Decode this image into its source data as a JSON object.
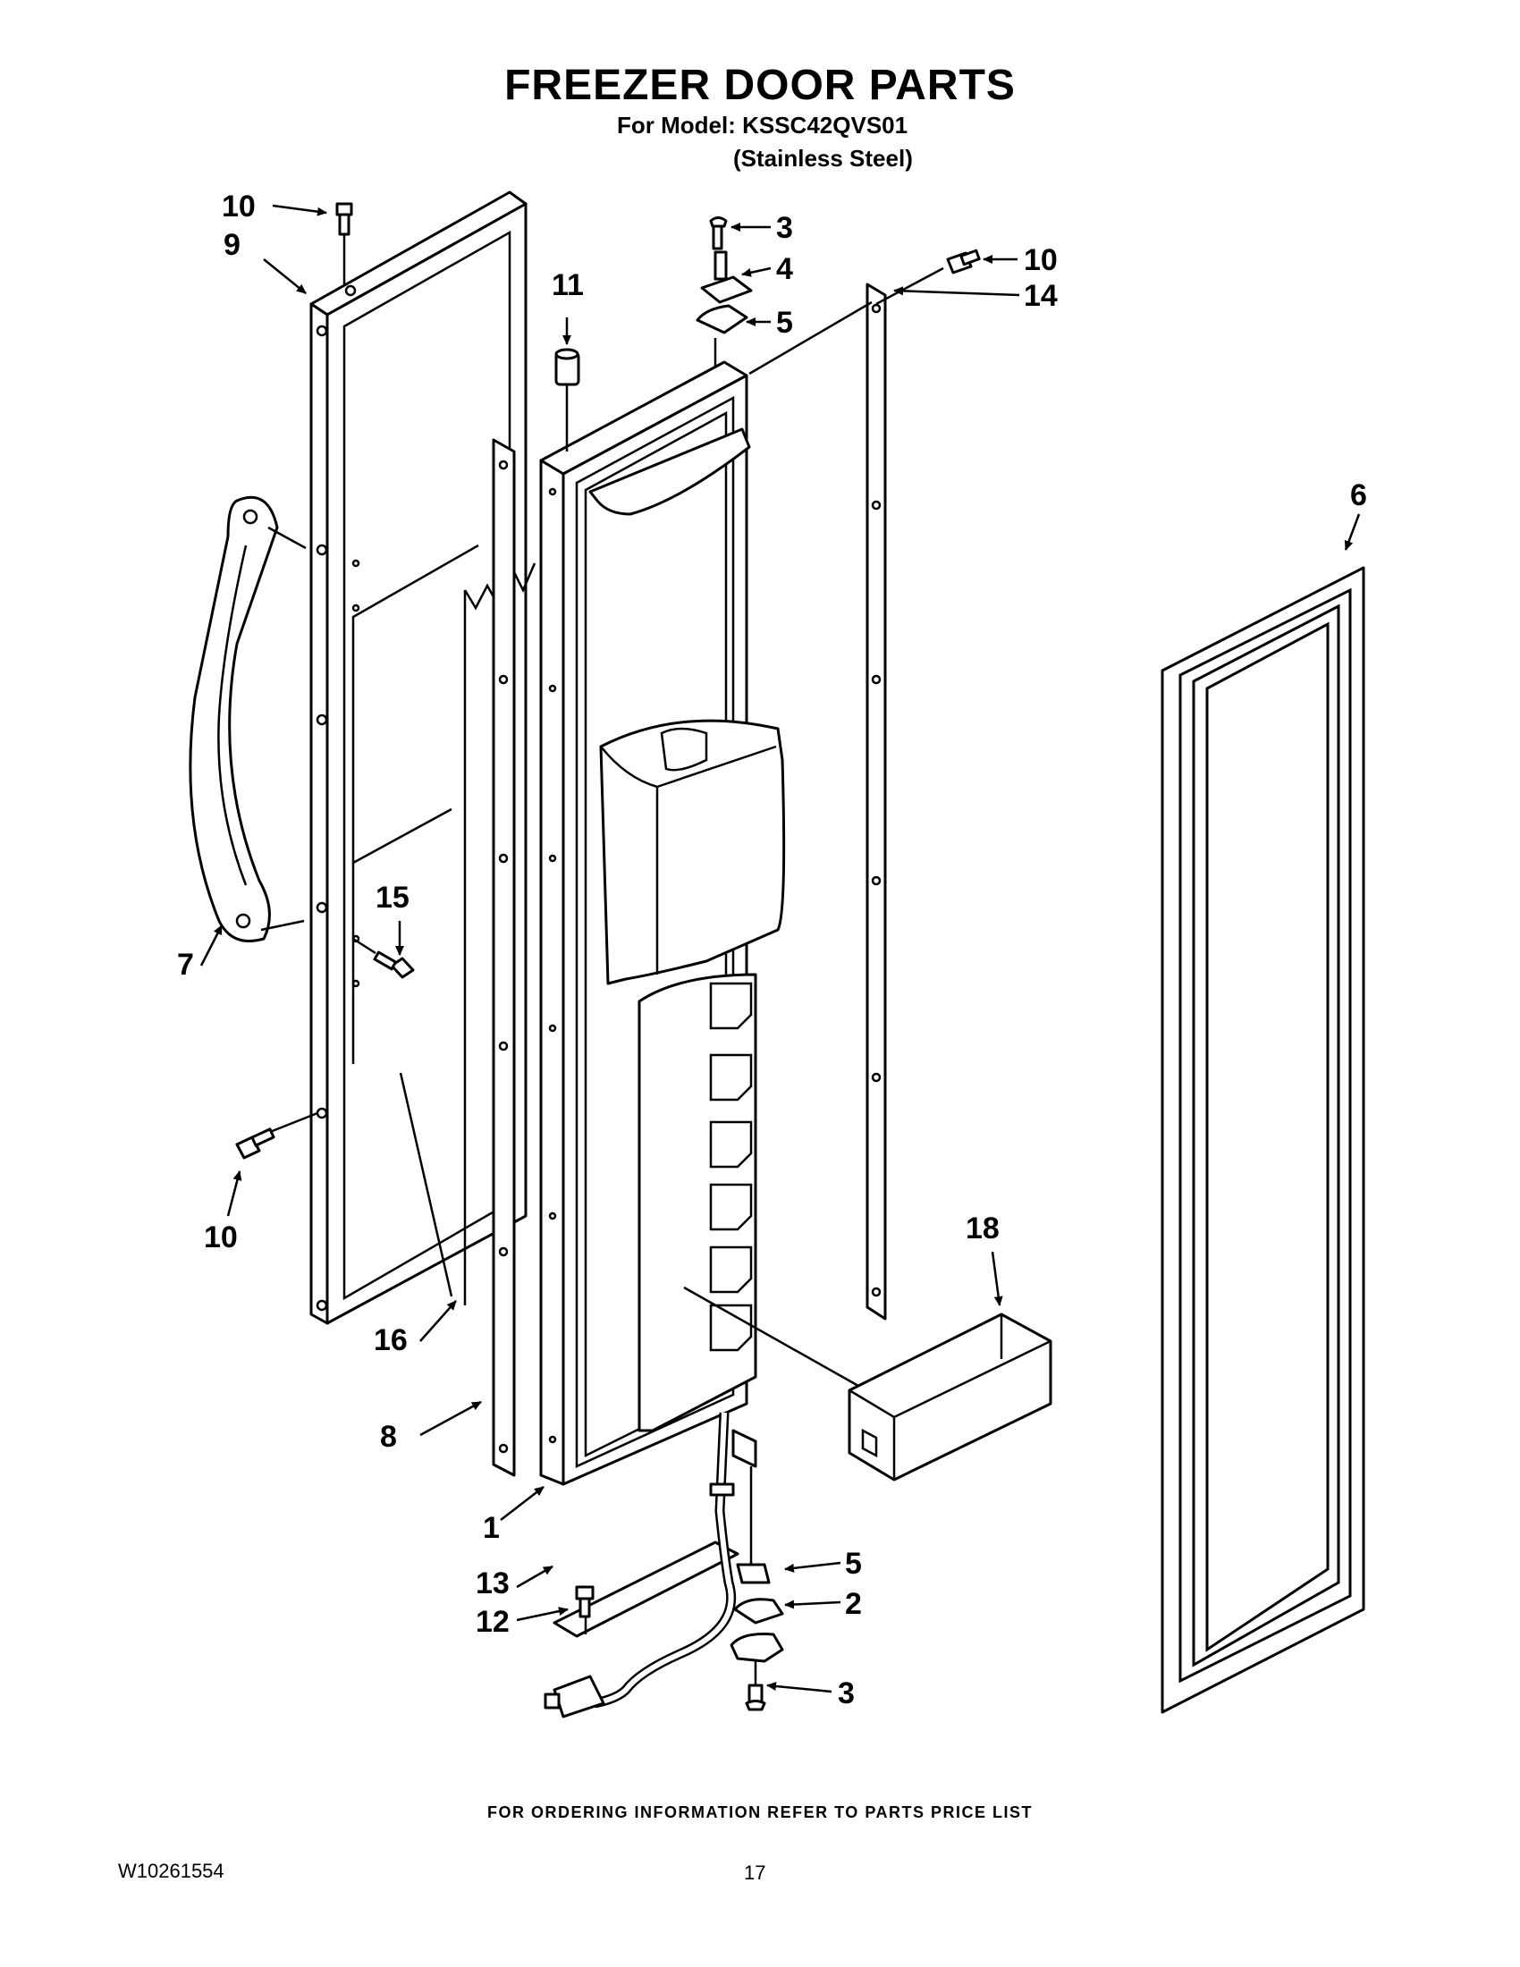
{
  "header": {
    "title": "FREEZER DOOR PARTS",
    "model_line": "For Model: KSSC42QVS01",
    "finish_line": "(Stainless Steel)"
  },
  "callouts": {
    "c1": "1",
    "c2": "2",
    "c3a": "3",
    "c3b": "3",
    "c4": "4",
    "c5a": "5",
    "c5b": "5",
    "c6": "6",
    "c7": "7",
    "c8": "8",
    "c9": "9",
    "c10a": "10",
    "c10b": "10",
    "c10c": "10",
    "c11": "11",
    "c12": "12",
    "c13": "13",
    "c14": "14",
    "c15": "15",
    "c16": "16",
    "c18": "18"
  },
  "footer": {
    "ordering_note": "FOR ORDERING INFORMATION REFER TO PARTS PRICE LIST",
    "doc_number": "W10261554",
    "page_number": "17"
  }
}
